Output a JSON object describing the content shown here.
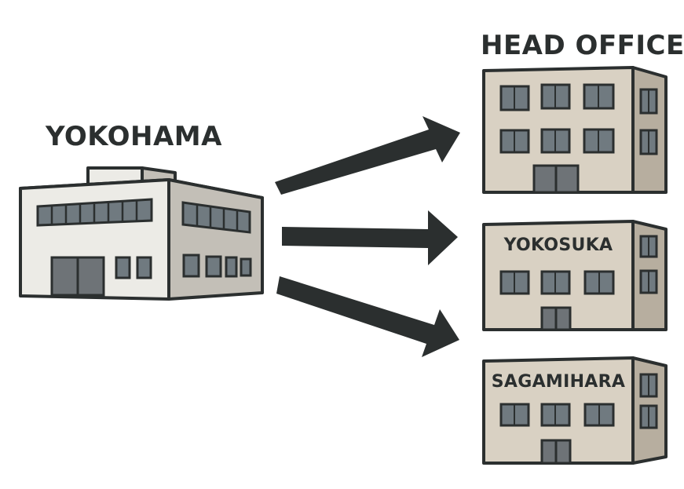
{
  "source": {
    "label": "YOKOHAMA"
  },
  "destinations": [
    {
      "label": "HEAD OFFICE"
    },
    {
      "label": "YOKOSUKA"
    },
    {
      "label": "SAGAMIHARA"
    }
  ],
  "colors": {
    "outline": "#2b2f2f",
    "arrow": "#2b2f2f",
    "source_front": "#ecebe6",
    "source_side": "#c3bfb7",
    "dest_front": "#d9d1c3",
    "dest_side": "#b7ae9f",
    "window": "#707a80",
    "door": "#6e7377"
  },
  "icons": {
    "source": "warehouse-building-icon",
    "destination": "office-building-icon",
    "flow": "arrow-right-icon"
  }
}
